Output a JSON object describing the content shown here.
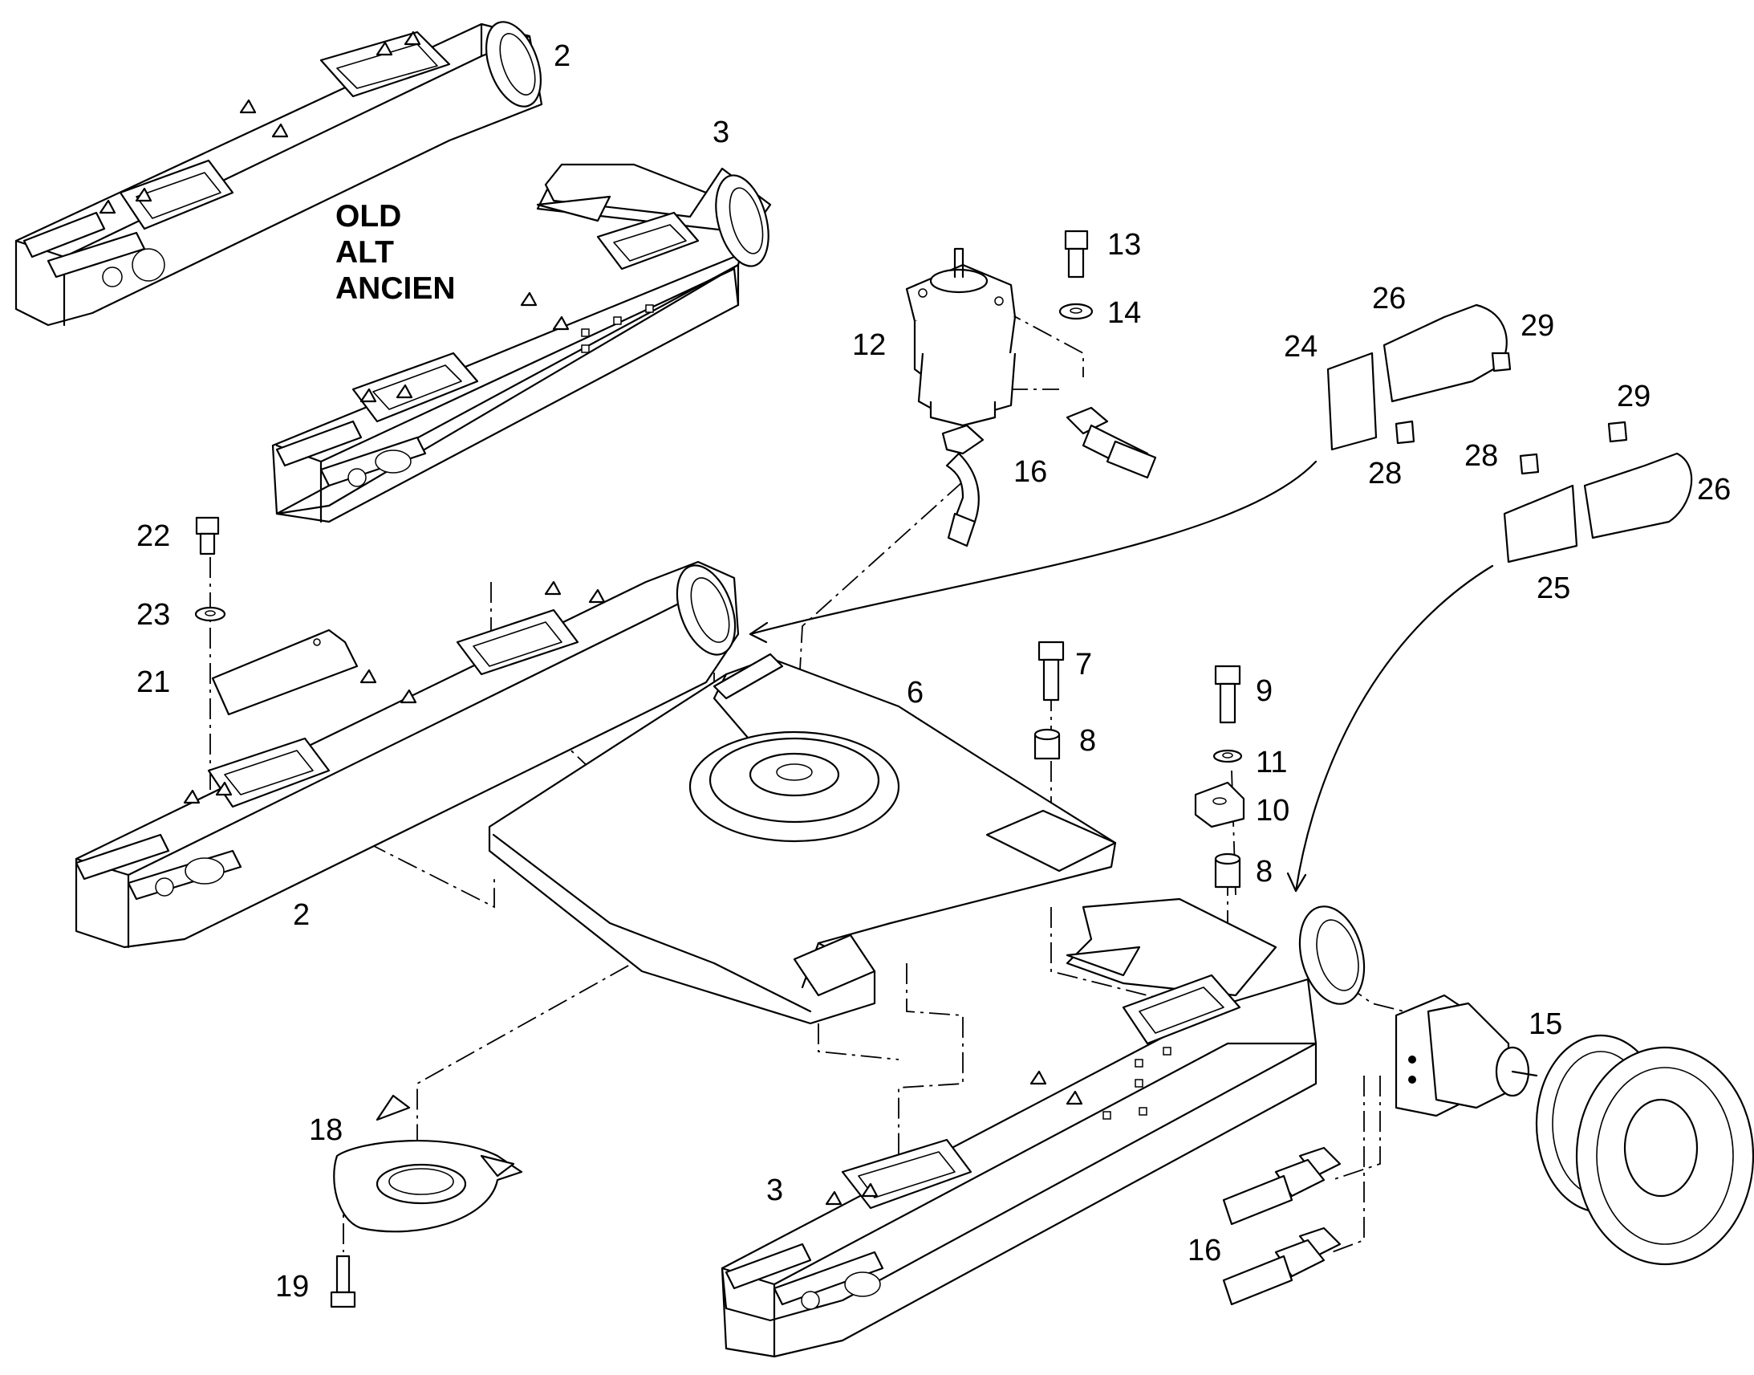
{
  "callouts": {
    "c2_top": "2",
    "c3_top": "3",
    "c13": "13",
    "c14": "14",
    "c12": "12",
    "c16_top": "16",
    "c26_a": "26",
    "c24": "24",
    "c29_a": "29",
    "c28_a": "28",
    "c29_b": "29",
    "c28_b": "28",
    "c26_b": "26",
    "c25": "25",
    "c22": "22",
    "c23": "23",
    "c21": "21",
    "c7": "7",
    "c8_a": "8",
    "c6": "6",
    "c9": "9",
    "c11": "11",
    "c10": "10",
    "c8_b": "8",
    "c2_mid": "2",
    "c15": "15",
    "c18": "18",
    "c3_bot": "3",
    "c16_bot": "16",
    "c19": "19"
  },
  "note": {
    "line1": "OLD",
    "line2": "ALT",
    "line3": "ANCIEN"
  }
}
